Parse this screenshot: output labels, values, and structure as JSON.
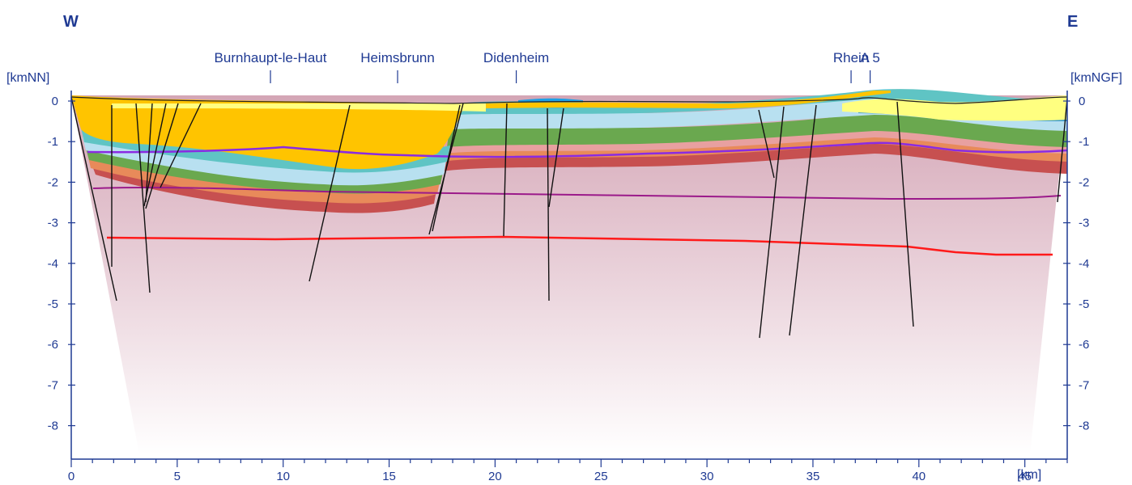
{
  "header": {
    "west_label": "W",
    "east_label": "E",
    "left_unit": "[kmNN]",
    "right_unit": "[kmNGF]",
    "x_unit": "[km]"
  },
  "places": [
    {
      "name": "Burnhaupt-le-Haut",
      "km": 9.4
    },
    {
      "name": "Heimsbrunn",
      "km": 15.4
    },
    {
      "name": "Didenheim",
      "km": 21.0
    },
    {
      "name": "Rhein",
      "km": 36.8
    },
    {
      "name": "A 5",
      "km": 37.7
    }
  ],
  "chart_data": {
    "type": "geological-cross-section",
    "x_range_km": [
      0,
      47.2
    ],
    "depth_range_km": [
      -8.75,
      0.2
    ],
    "x_ticks": [
      "0",
      "5",
      "10",
      "15",
      "20",
      "25",
      "30",
      "35",
      "40",
      "45"
    ],
    "x_tick_values": [
      0,
      5,
      10,
      15,
      20,
      25,
      30,
      35,
      40,
      45
    ],
    "y_ticks": [
      "0",
      "-1",
      "-2",
      "-3",
      "-4",
      "-5",
      "-6",
      "-7",
      "-8"
    ],
    "y_tick_values": [
      0,
      -1,
      -2,
      -3,
      -4,
      -5,
      -6,
      -7,
      -8
    ],
    "colors": {
      "axis": "#1f3a93",
      "basement": "#dcb4c2",
      "tertiary_fill": "#ffc400",
      "quaternary": "#ffff80",
      "red_line": "#ff1a1a",
      "purple_line": "#8a2be2",
      "magenta_line": "#9b1a8a"
    }
  }
}
